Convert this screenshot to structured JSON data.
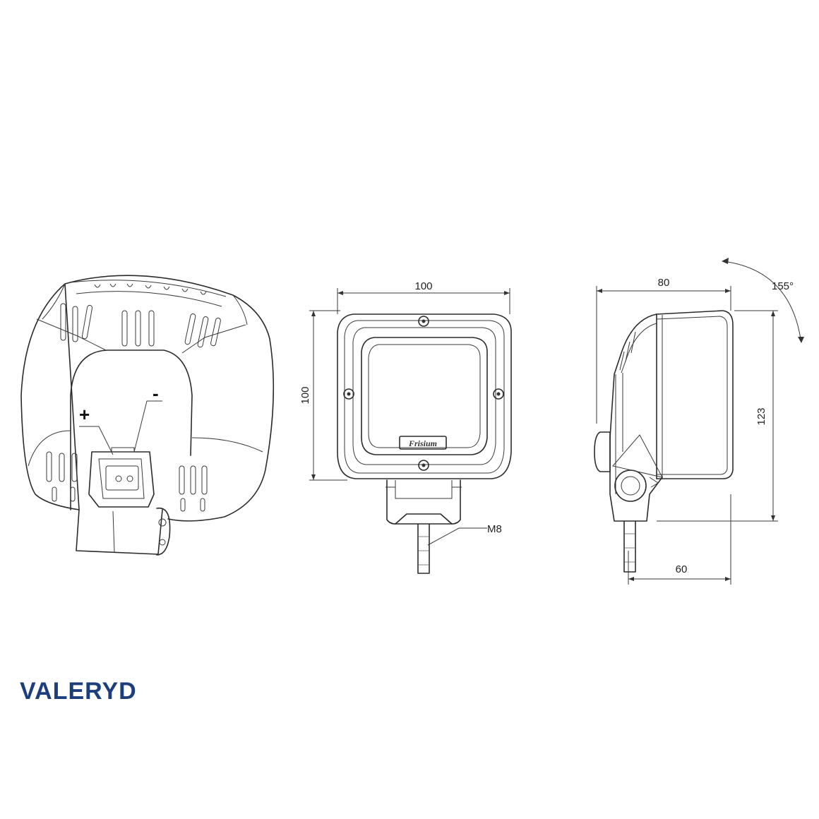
{
  "views": {
    "back": {
      "plus_label": "+",
      "minus_label": "-"
    },
    "front": {
      "width_label": "100",
      "height_label": "100",
      "bolt_label": "M8",
      "badge_text": "Frisium"
    },
    "side": {
      "depth_label": "80",
      "height_label": "123",
      "base_label": "60",
      "angle_label": "155°"
    }
  },
  "brand": {
    "name": "VALERYD",
    "color": "#1c3f7c"
  },
  "colors": {
    "line": "#2b2b2b",
    "background": "#ffffff"
  }
}
